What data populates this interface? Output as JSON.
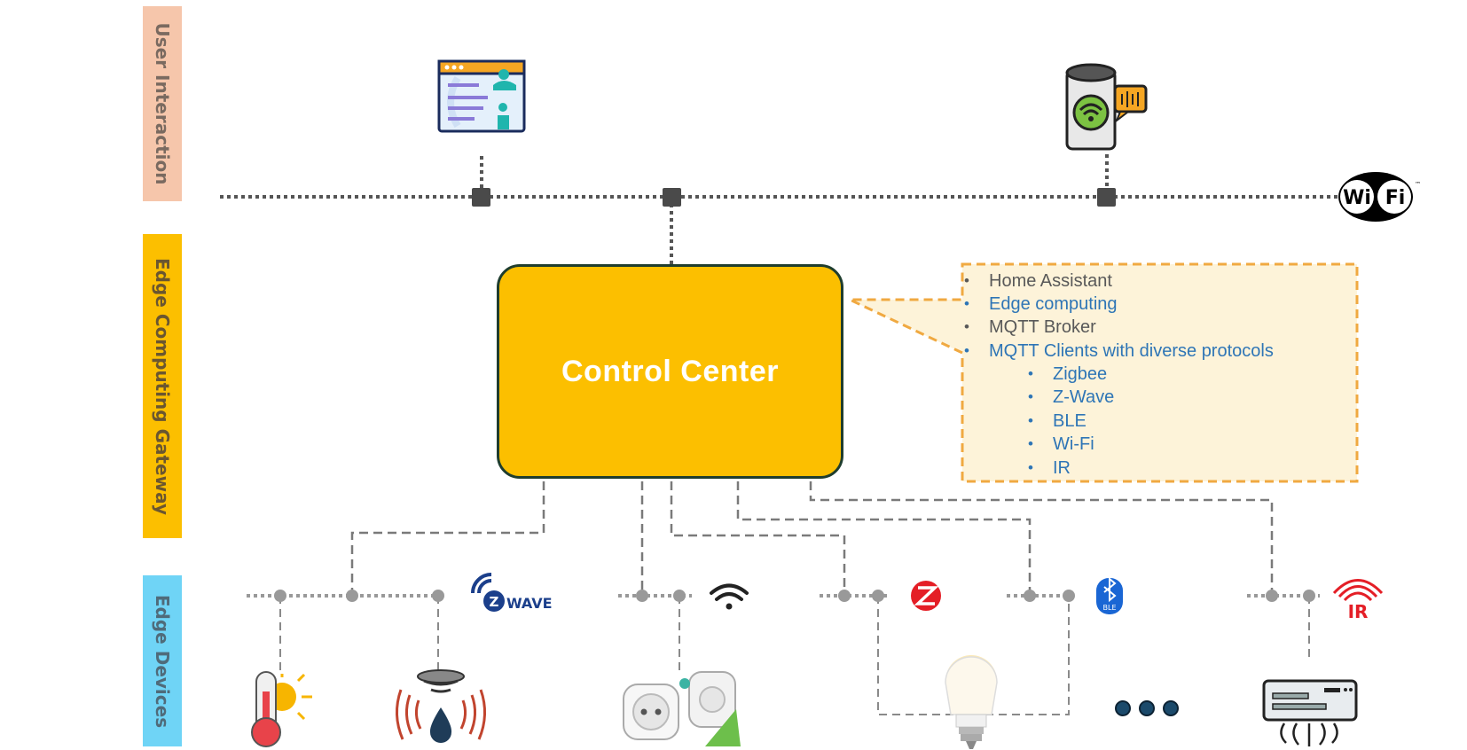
{
  "bands": {
    "user": "User Interaction",
    "edge": "Edge Computing Gateway",
    "devices": "Edge Devices"
  },
  "control_center": {
    "label": "Control Center"
  },
  "features": {
    "main": [
      "Home Assistant",
      "Edge computing",
      "MQTT Broker",
      "MQTT Clients with diverse protocols"
    ],
    "protocols": [
      "Zigbee",
      "Z-Wave",
      "BLE",
      "Wi-Fi",
      "IR"
    ]
  },
  "logos": {
    "wifi_left": "Wi",
    "wifi_right": "Fi",
    "wifi_tm": "™",
    "zwave": "WAVE",
    "zwave_z": "Z",
    "ble": "BLE",
    "ir": "IR"
  },
  "icons": [
    "dashboard-icon",
    "smart-speaker-icon",
    "wifi-alliance-logo",
    "zwave-logo",
    "wifi-signal-icon",
    "zigbee-logo",
    "bluetooth-logo",
    "ir-logo",
    "thermometer-sun-icon",
    "humidity-sensor-icon",
    "smart-plug-icon",
    "smart-bulb-icon",
    "more-icon",
    "air-conditioner-icon"
  ],
  "colors": {
    "control_center": "#fcbf00",
    "band_user": "#f6c6ab",
    "band_edge": "#fcbf00",
    "band_devices": "#6fd4f6",
    "callout_fill": "#fdf3d9",
    "callout_border": "#f0a941",
    "text_gray": "#595959",
    "text_blue": "#2e75b6",
    "ir_red": "#e41e26"
  }
}
